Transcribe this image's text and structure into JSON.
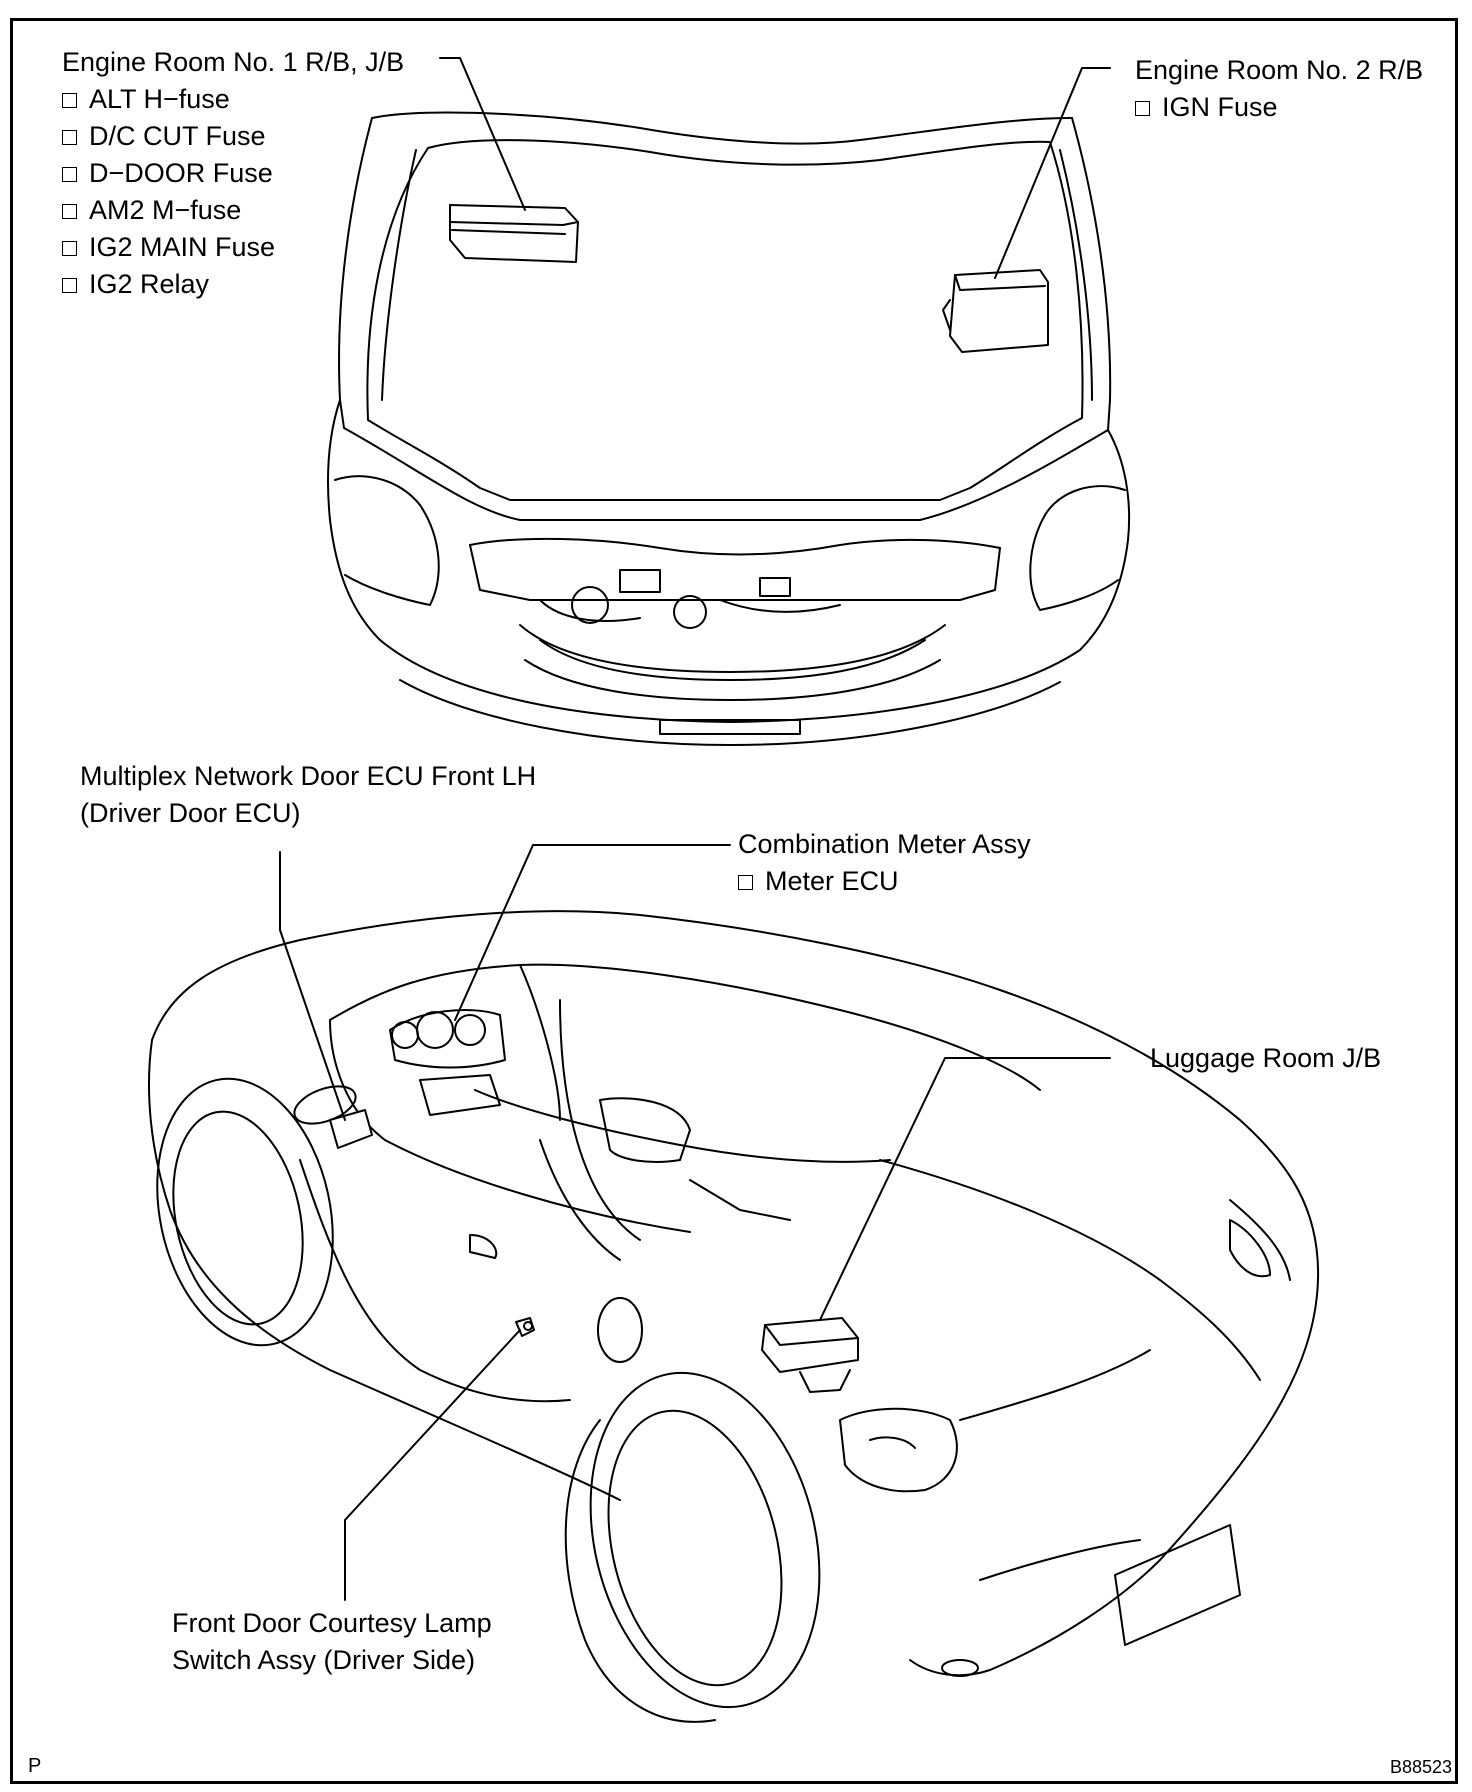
{
  "labels": {
    "engine_room_1": {
      "title": "Engine Room No. 1 R/B, J/B",
      "items": [
        "ALT H−fuse",
        "D/C CUT Fuse",
        "D−DOOR Fuse",
        "AM2 M−fuse",
        "IG2 MAIN Fuse",
        "IG2 Relay"
      ]
    },
    "engine_room_2": {
      "title": "Engine Room No. 2 R/B",
      "items": [
        "IGN Fuse"
      ]
    },
    "door_ecu": {
      "line1": "Multiplex Network Door ECU Front LH",
      "line2": "(Driver Door ECU)"
    },
    "combination_meter": {
      "title": "Combination Meter Assy",
      "items": [
        "Meter ECU"
      ]
    },
    "luggage_room": {
      "title": "Luggage Room J/B"
    },
    "courtesy_lamp": {
      "line1": "Front Door Courtesy Lamp",
      "line2": "Switch Assy (Driver Side)"
    }
  },
  "footer": {
    "left_code": "P",
    "figure_id": "B88523"
  }
}
